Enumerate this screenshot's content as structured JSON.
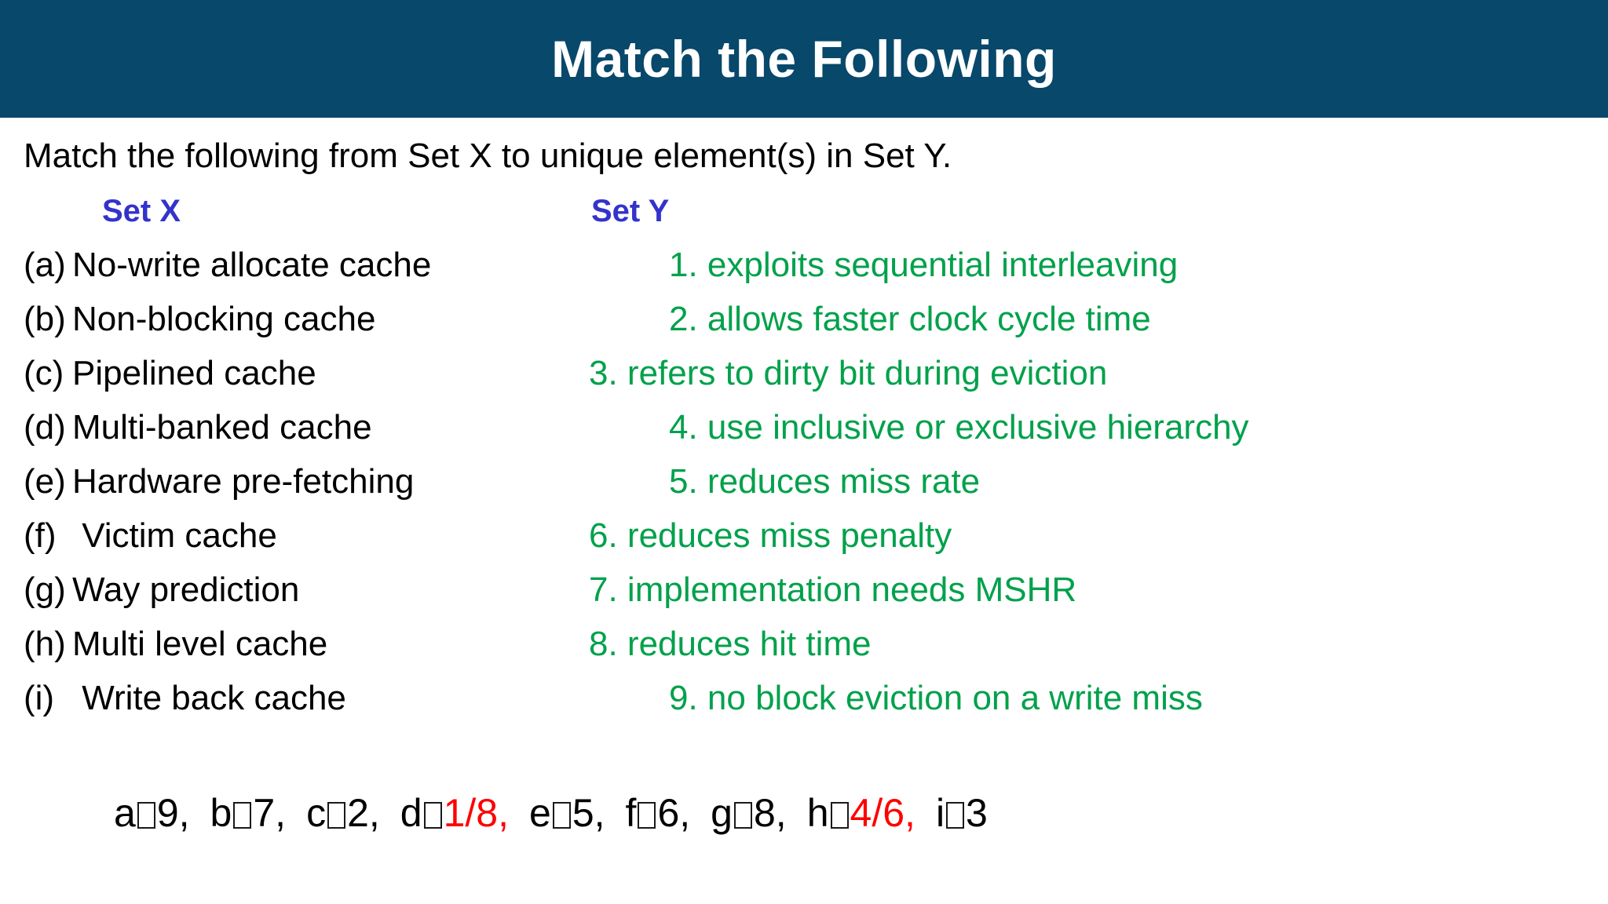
{
  "slide": {
    "title": "Match the Following",
    "header_bg": "#07486b",
    "title_color": "#ffffff",
    "background": "#ffffff"
  },
  "prompt": "Match the following from Set X to unique element(s) in Set Y.",
  "columns": {
    "set_x_heading": "Set X",
    "set_y_heading": "Set Y",
    "heading_color": "#3333cc"
  },
  "set_x": {
    "color": "#000000",
    "items": [
      {
        "label": "(a)",
        "text": "No-write allocate cache"
      },
      {
        "label": "(b)",
        "text": "Non-blocking cache"
      },
      {
        "label": "(c)",
        "text": "Pipelined cache"
      },
      {
        "label": "(d)",
        "text": "Multi-banked cache"
      },
      {
        "label": "(e)",
        "text": "Hardware pre-fetching"
      },
      {
        "label": "(f)",
        "text": " Victim cache"
      },
      {
        "label": "(g)",
        "text": "Way prediction"
      },
      {
        "label": "(h)",
        "text": "Multi level cache"
      },
      {
        "label": "(i)",
        "text": " Write back cache"
      }
    ]
  },
  "set_y": {
    "color": "#00a14b",
    "items": [
      {
        "text": "1. exploits sequential interleaving",
        "indent": 1
      },
      {
        "text": "2. allows faster clock cycle time",
        "indent": 1
      },
      {
        "text": "3. refers to dirty bit during eviction",
        "indent": 0
      },
      {
        "text": "4. use inclusive or exclusive hierarchy",
        "indent": 1
      },
      {
        "text": "5. reduces miss rate",
        "indent": 1
      },
      {
        "text": "6. reduces miss penalty",
        "indent": 0
      },
      {
        "text": "7. implementation needs MSHR",
        "indent": 0
      },
      {
        "text": "8. reduces hit time",
        "indent": 0
      },
      {
        "text": "9. no block eviction on a write miss",
        "indent": 1
      }
    ]
  },
  "answer_key": {
    "arrow_glyph": "missing-glyph-box",
    "highlight_color": "#ff0000",
    "pairs": [
      {
        "from": "a",
        "to": "9",
        "separator": ",",
        "highlight": false
      },
      {
        "from": "b",
        "to": "7",
        "separator": ",",
        "highlight": false
      },
      {
        "from": "c",
        "to": "2",
        "separator": ",",
        "highlight": false
      },
      {
        "from": "d",
        "to": "1/8",
        "separator": ",",
        "highlight": true
      },
      {
        "from": "e",
        "to": "5",
        "separator": ",",
        "highlight": false
      },
      {
        "from": "f",
        "to": "6",
        "separator": ",",
        "highlight": false
      },
      {
        "from": "g",
        "to": "8",
        "separator": ",",
        "highlight": false
      },
      {
        "from": "h",
        "to": "4/6",
        "separator": ",",
        "highlight": true
      },
      {
        "from": "i",
        "to": "3",
        "separator": "",
        "highlight": false
      }
    ]
  }
}
